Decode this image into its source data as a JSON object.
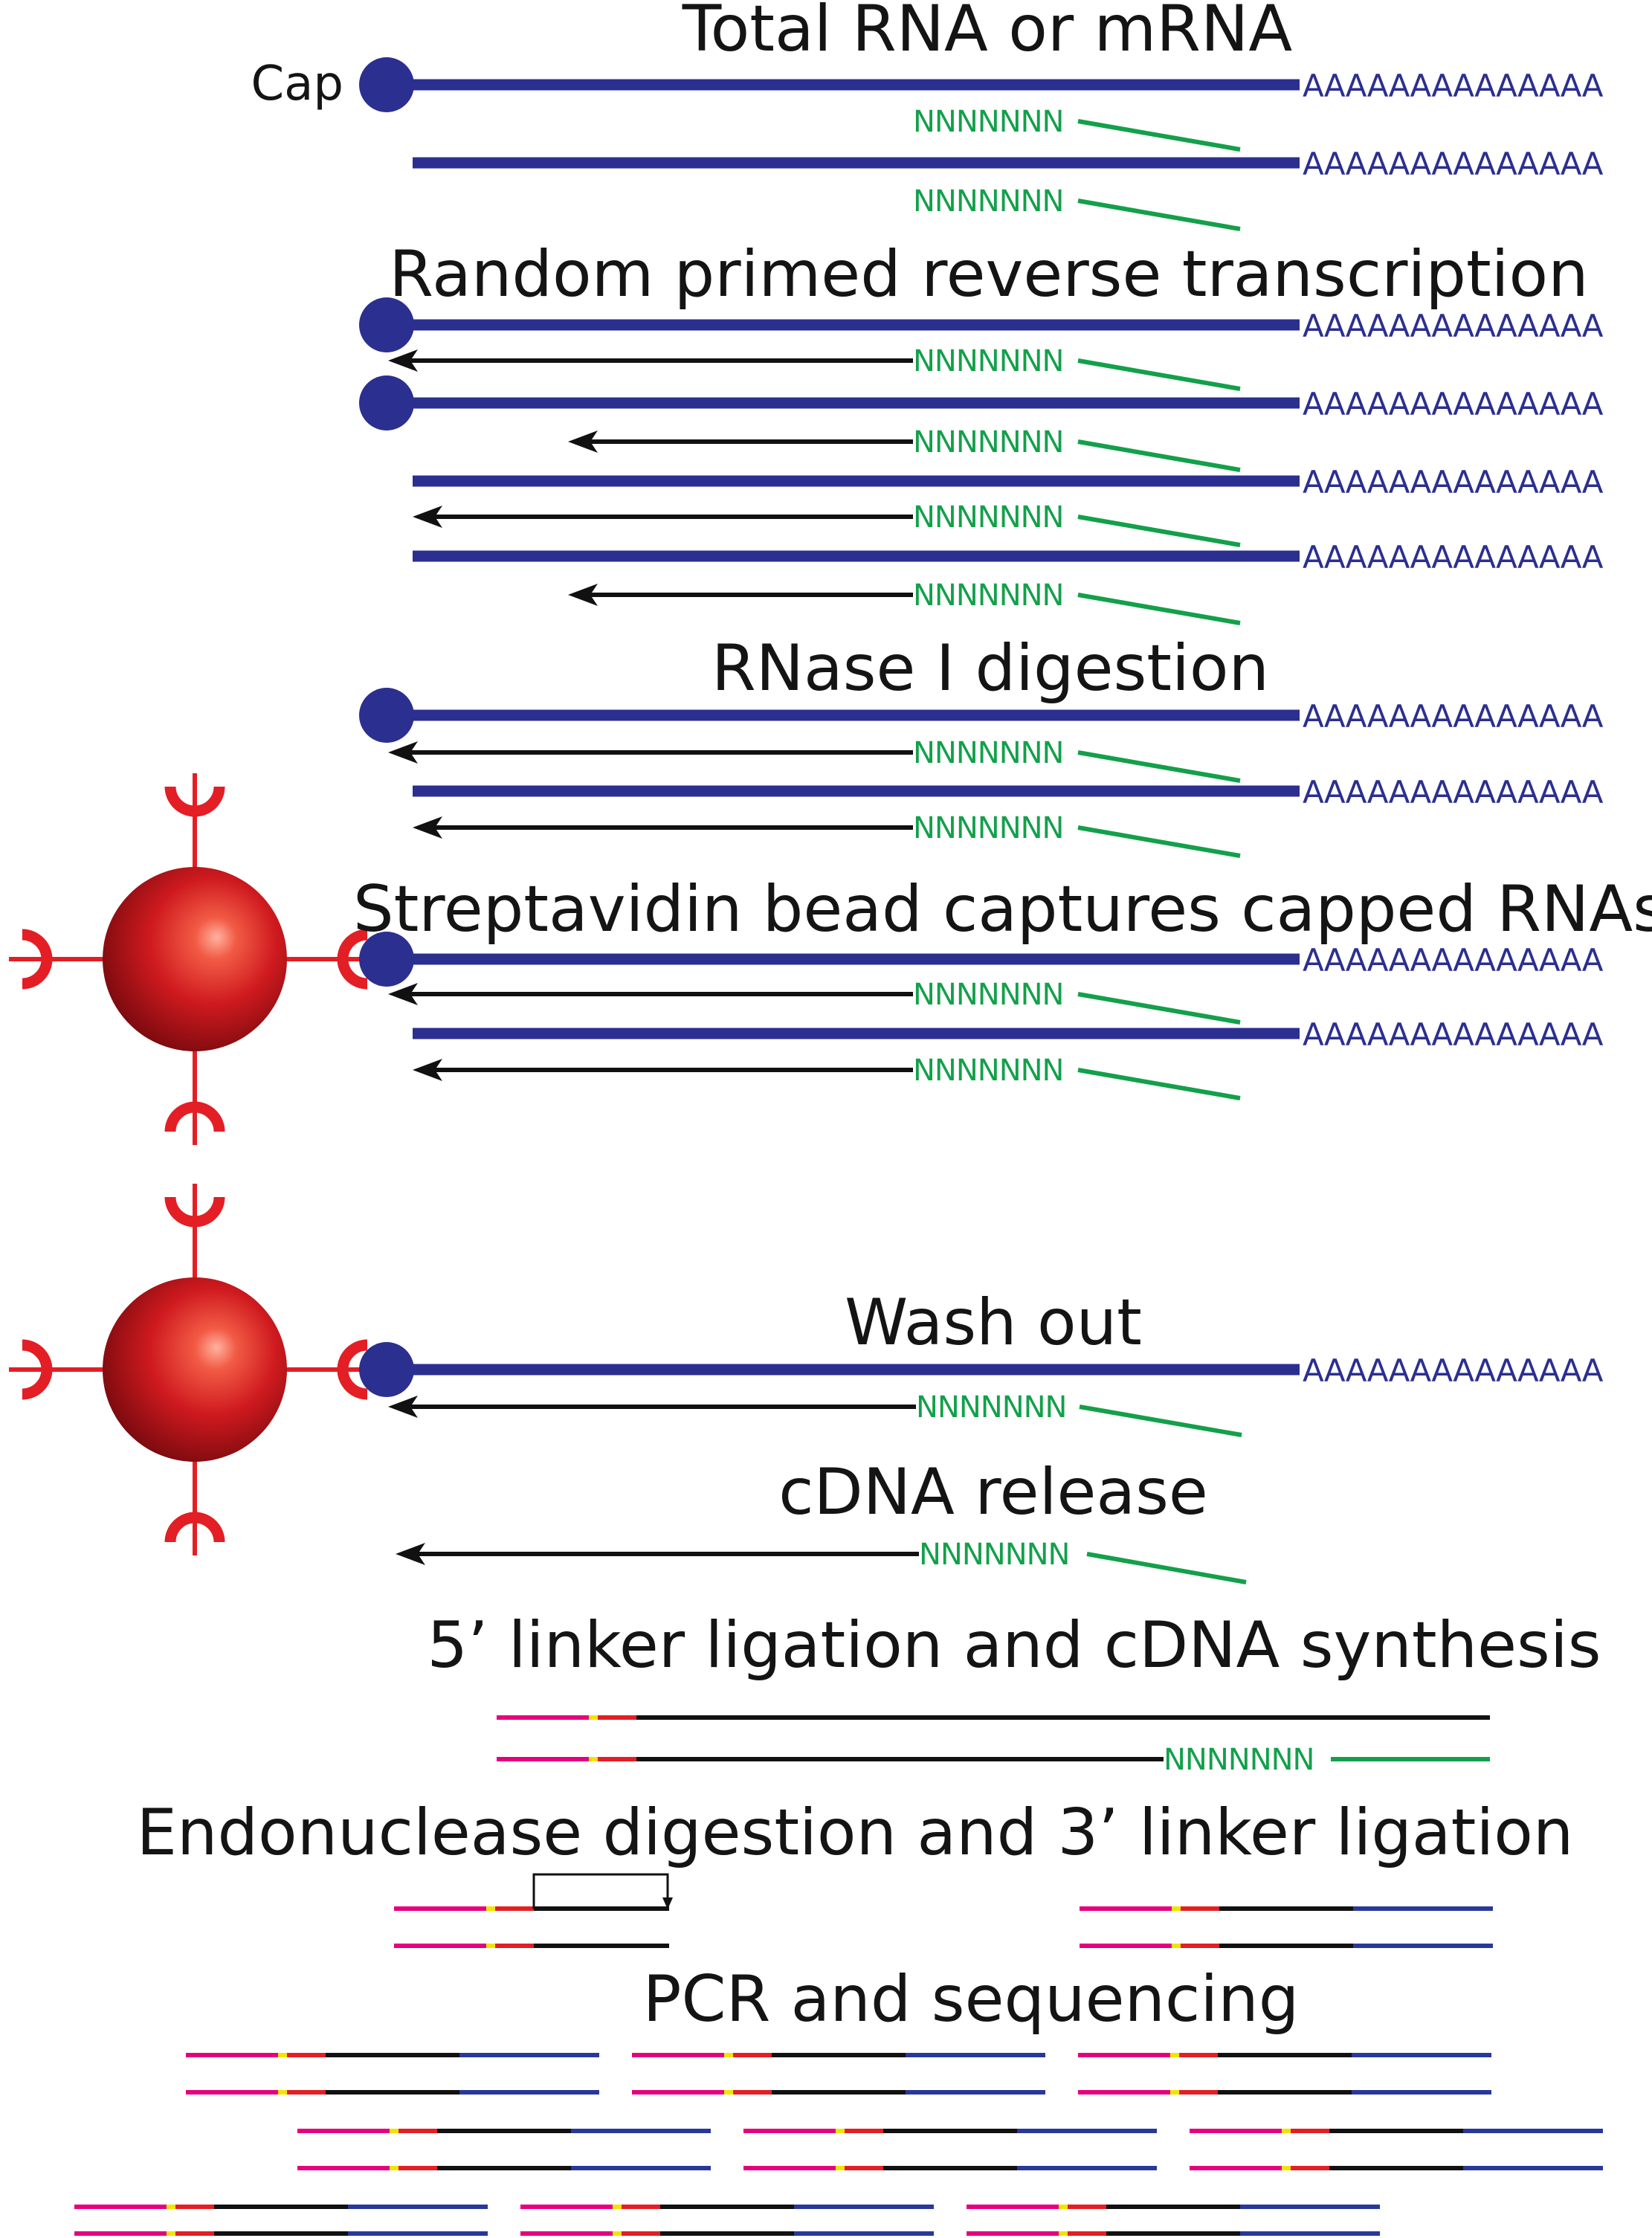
{
  "colors": {
    "rna": "#2b2f8f",
    "cdna": "#111111",
    "primer": "#13a04a",
    "bead": "#c4121a",
    "bead_arm": "#e31e24",
    "adapter5": "#e5007e",
    "adapter_mark": "#f2e400",
    "linker_red": "#e31e24",
    "adapter3": "#28389a"
  },
  "labels": {
    "cap": "Cap",
    "polya": "AAAAAAAAAAAAAA",
    "random_primer": "NNNNNNN"
  },
  "steps": {
    "total_rna": "Total RNA or mRNA",
    "reverse_transcription": "Random primed reverse transcription",
    "rnase": "RNase I digestion",
    "capture": "Streptavidin bead captures capped RNAs",
    "wash": "Wash out",
    "release": "cDNA release",
    "linker5": "5’ linker ligation and cDNA synthesis",
    "endonuclease": "Endonuclease digestion and 3’ linker ligation",
    "pcr": "PCR and sequencing"
  }
}
